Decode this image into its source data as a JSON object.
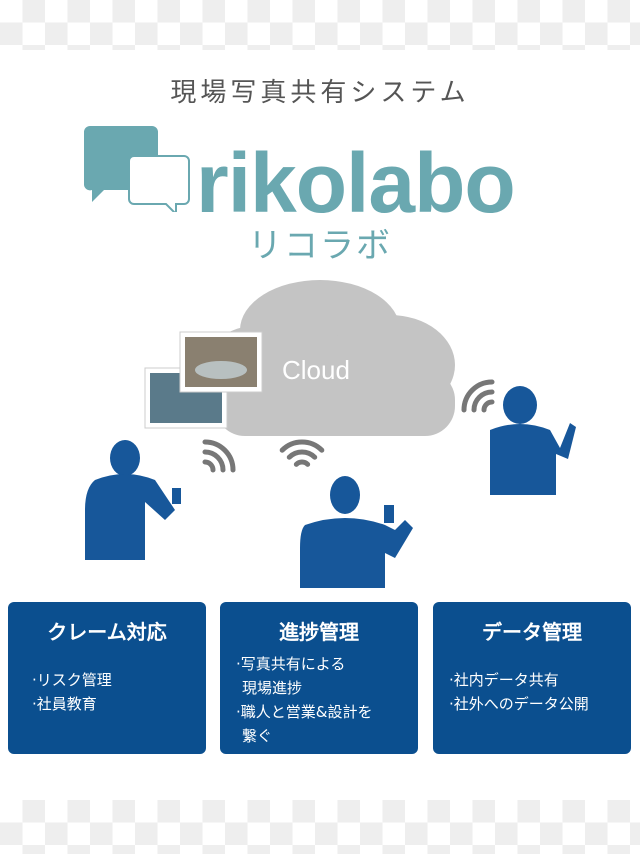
{
  "header": {
    "subtitle": "現場写真共有システム",
    "brand": "rikolabo",
    "brand_kana": "リコラボ"
  },
  "diagram": {
    "cloud_label": "Cloud"
  },
  "cards": [
    {
      "title": "クレーム対応",
      "items": [
        "リスク管理",
        "社員教育"
      ]
    },
    {
      "title": "進捗管理",
      "items": [
        "写真共有による",
        "現場進捗",
        "職人と営業&設計を",
        "繋ぐ"
      ]
    },
    {
      "title": "データ管理",
      "items": [
        "社内データ共有",
        "社外へのデータ公開"
      ]
    }
  ],
  "colors": {
    "teal": "#6aa8b0",
    "blue": "#0b4f8f",
    "figure": "#17579a",
    "cloud": "#c4c4c4"
  }
}
